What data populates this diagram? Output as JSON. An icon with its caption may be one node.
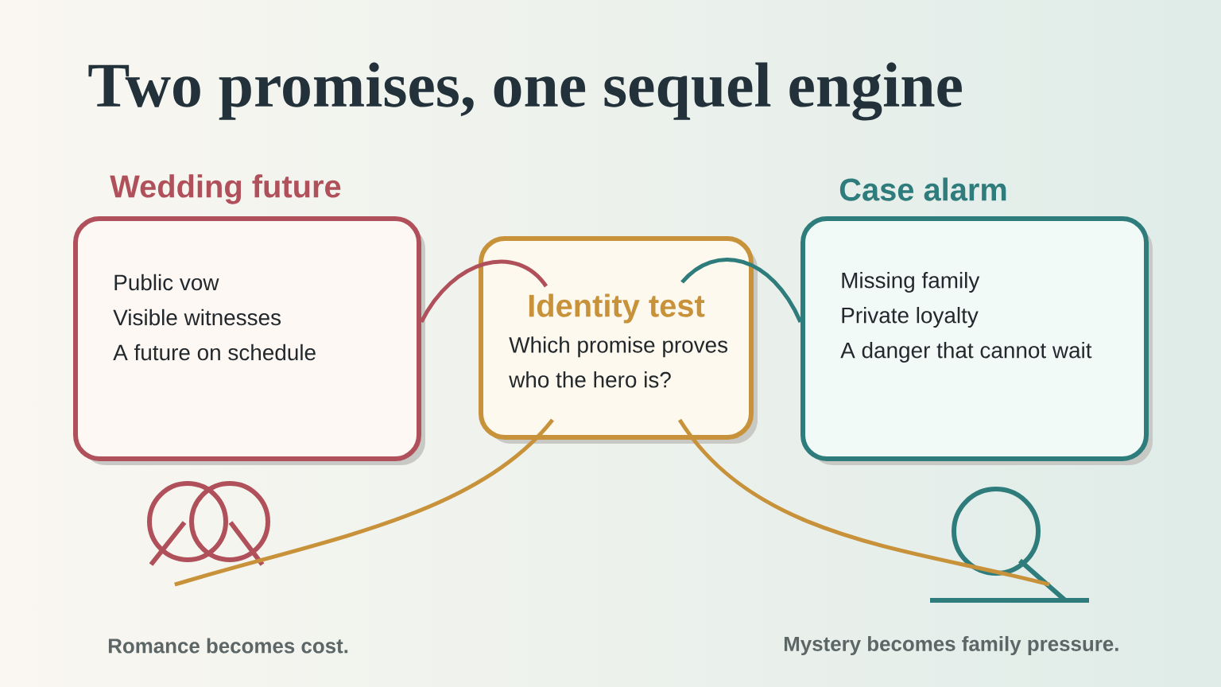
{
  "diagram": {
    "title": "Two promises, one sequel engine",
    "nodes": [
      {
        "text": [
          "Wedding future",
          "Public vow",
          "Visible witnesses",
          "A future on schedule"
        ]
      },
      {
        "text": [
          "Identity test",
          "Which promise proves who the hero is?"
        ]
      },
      {
        "text": [
          "Case alarm",
          "Missing family",
          "Private loyalty",
          "A danger that cannot wait"
        ]
      },
      {
        "text": [],
        "shape": "picture",
        "beside": [
          "Romance becomes cost."
        ]
      },
      {
        "text": [],
        "shape": "picture",
        "beside": [
          "Mystery becomes family pressure."
        ]
      }
    ],
    "edges": [
      {
        "from": 0,
        "to": 1,
        "arrow": "none",
        "color": "#b0505a"
      },
      {
        "from": 1,
        "to": 2,
        "arrow": "none",
        "color": "#2f7c7c"
      },
      {
        "from": 1,
        "to": 3,
        "arrow": "none",
        "color": "#c8923a"
      },
      {
        "from": 1,
        "to": 4,
        "arrow": "none",
        "color": "#c8923a"
      }
    ]
  }
}
